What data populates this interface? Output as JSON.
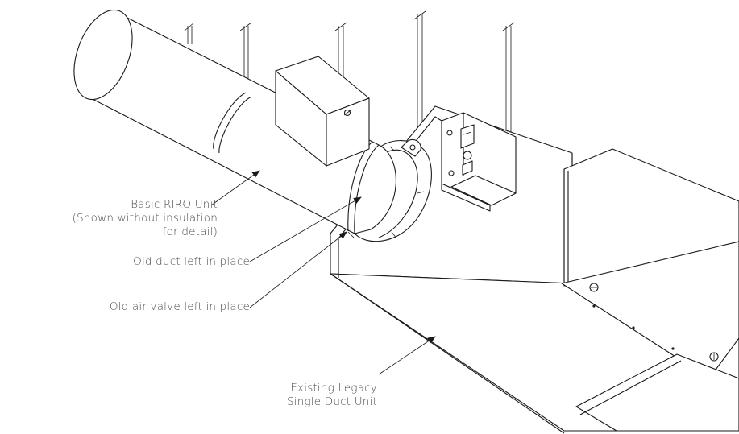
{
  "labels": {
    "riro_1": "Basic RIRO Unit",
    "riro_2": "(Shown without insulation",
    "riro_3": "for detail)",
    "old_duct": "Old duct left in place",
    "old_valve": "Old air valve left in place",
    "legacy_1": "Existing Legacy",
    "legacy_2": "Single Duct Unit"
  }
}
